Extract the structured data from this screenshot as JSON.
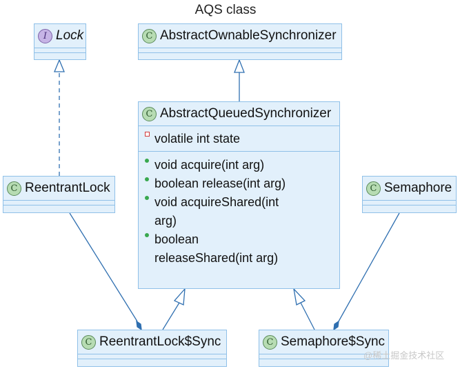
{
  "diagram": {
    "title": "AQS class",
    "classes": {
      "lock": {
        "badge": "I",
        "name": "Lock"
      },
      "aos": {
        "badge": "C",
        "name": "AbstractOwnableSynchronizer"
      },
      "aqs": {
        "badge": "C",
        "name": "AbstractQueuedSynchronizer",
        "fields": [
          "volatile int state"
        ],
        "methods": [
          "void acquire(int arg)",
          "boolean release(int arg)",
          "void acquireShared(int arg)",
          "boolean releaseShared(int arg)"
        ]
      },
      "reentrant_lock": {
        "badge": "C",
        "name": "ReentrantLock"
      },
      "semaphore": {
        "badge": "C",
        "name": "Semaphore"
      },
      "reentrant_lock_sync": {
        "badge": "C",
        "name": "ReentrantLock$Sync"
      },
      "semaphore_sync": {
        "badge": "C",
        "name": "Semaphore$Sync"
      }
    },
    "colors": {
      "class_fill": "#e2f0fb",
      "class_border": "#8fc0e8",
      "edge": "#2f6fb0",
      "class_badge": "#b7dcb3",
      "interface_badge": "#c6b4e6"
    }
  },
  "watermark": "@稀土掘金技术社区"
}
